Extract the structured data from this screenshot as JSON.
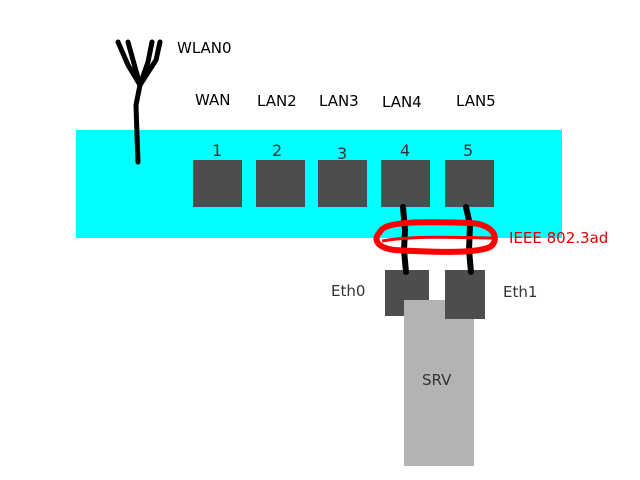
{
  "antenna": {
    "label": "WLAN0"
  },
  "ports": [
    {
      "name": "WAN",
      "number": "1"
    },
    {
      "name": "LAN2",
      "number": "2"
    },
    {
      "name": "LAN3",
      "number": "3"
    },
    {
      "name": "LAN4",
      "number": "4"
    },
    {
      "name": "LAN5",
      "number": "5"
    }
  ],
  "bond": {
    "label": "IEEE 802.3ad"
  },
  "server": {
    "label": "SRV",
    "nics": [
      {
        "label": "Eth0"
      },
      {
        "label": "Eth1"
      }
    ]
  },
  "colors": {
    "router": "#00ffff",
    "port": "#4d4d4d",
    "server": "#b3b3b3",
    "cable": "#000000",
    "bond": "#ff0000"
  }
}
